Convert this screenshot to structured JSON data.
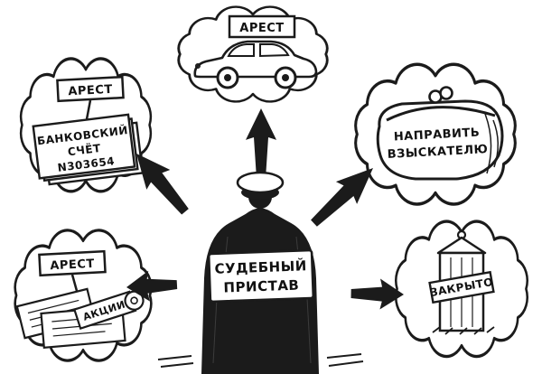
{
  "scene": {
    "bubble_car": {
      "sign": "АРЕСТ"
    },
    "bubble_bank": {
      "sign": "АРЕСТ",
      "card_line1": "БАНКОВСКИЙ",
      "card_line2": "СЧЁТ",
      "card_line3": "N303654"
    },
    "bubble_wallet": {
      "line1": "НАПРАВИТЬ",
      "line2": "ВЗЫСКАТЕЛЮ"
    },
    "bubble_shares": {
      "sign": "АРЕСТ",
      "roll": "АКЦИИ"
    },
    "bubble_kiosk": {
      "sign": "ЗАКРЫТО"
    },
    "figure": {
      "line1": "СУДЕБНЫЙ",
      "line2": "ПРИСТАВ"
    }
  },
  "colors": {
    "ink": "#1b1b1b",
    "paper": "#ffffff"
  }
}
